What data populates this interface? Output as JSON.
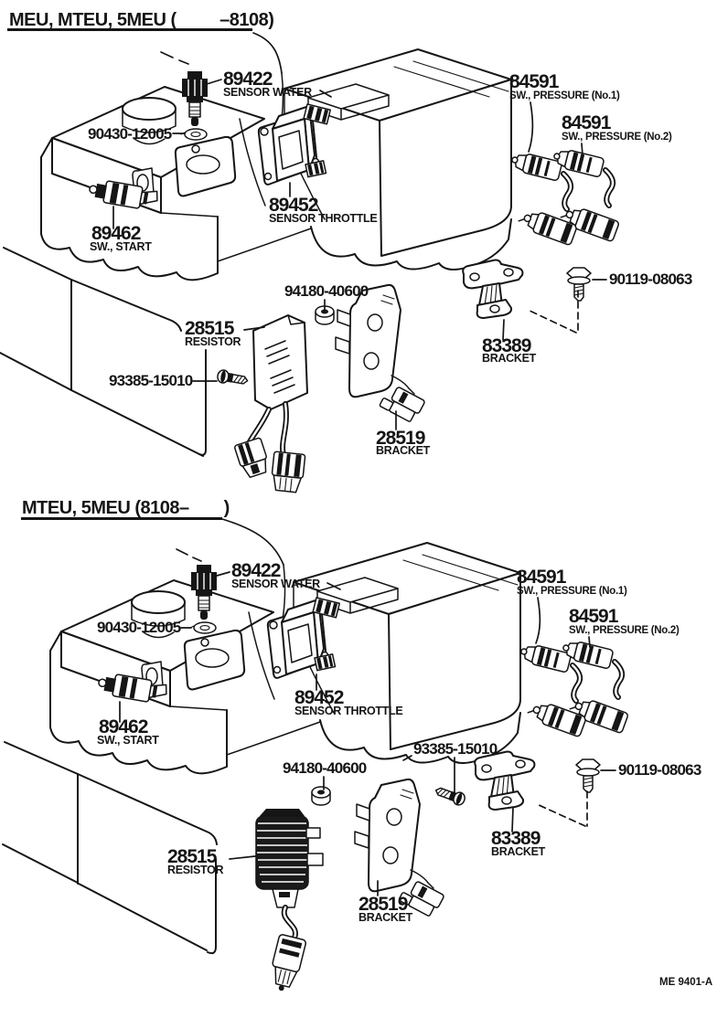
{
  "page": {
    "footer_code": "ME 9401-A",
    "ink_color": "#151515",
    "paper_color": "#ffffff"
  },
  "sections": {
    "early": {
      "title": "MEU, MTEU, 5MEU (     –8108)",
      "parts": {
        "sensor_water": {
          "number": "89422",
          "name": "SENSOR WATER"
        },
        "cap_gasket": {
          "number": "90430-12005"
        },
        "sw_start": {
          "number": "89462",
          "name": "SW., START"
        },
        "sensor_throttle": {
          "number": "89452",
          "name": "SENSOR THROTTLE"
        },
        "sw_pressure_no1": {
          "number": "84591",
          "name": "SW., PRESSURE (No.1)"
        },
        "sw_pressure_no2": {
          "number": "84591",
          "name": "SW., PRESSURE (No.2)"
        },
        "bolt_grommet": {
          "number": "94180-40600"
        },
        "resistor": {
          "number": "28515",
          "name": "RESISTOR"
        },
        "screw": {
          "number": "93385-15010"
        },
        "bracket_switch": {
          "number": "83389",
          "name": "BRACKET"
        },
        "bolt_washer": {
          "number": "90119-08063"
        },
        "bracket_resistor": {
          "number": "28519",
          "name": "BRACKET"
        }
      }
    },
    "late": {
      "title": "MTEU, 5MEU (8108–    )",
      "parts": {
        "sensor_water": {
          "number": "89422",
          "name": "SENSOR WATER"
        },
        "cap_gasket": {
          "number": "90430-12005"
        },
        "sw_start": {
          "number": "89462",
          "name": "SW., START"
        },
        "sensor_throttle": {
          "number": "89452",
          "name": "SENSOR THROTTLE"
        },
        "sw_pressure_no1": {
          "number": "84591",
          "name": "SW., PRESSURE (No.1)"
        },
        "sw_pressure_no2": {
          "number": "84591",
          "name": "SW., PRESSURE (No.2)"
        },
        "bolt_grommet": {
          "number": "94180-40600"
        },
        "resistor": {
          "number": "28515",
          "name": "RESISTOR"
        },
        "screw": {
          "number": "93385-15010"
        },
        "bracket_switch": {
          "number": "83389",
          "name": "BRACKET"
        },
        "bolt_washer": {
          "number": "90119-08063"
        },
        "bracket_resistor": {
          "number": "28519",
          "name": "BRACKET"
        }
      }
    }
  }
}
